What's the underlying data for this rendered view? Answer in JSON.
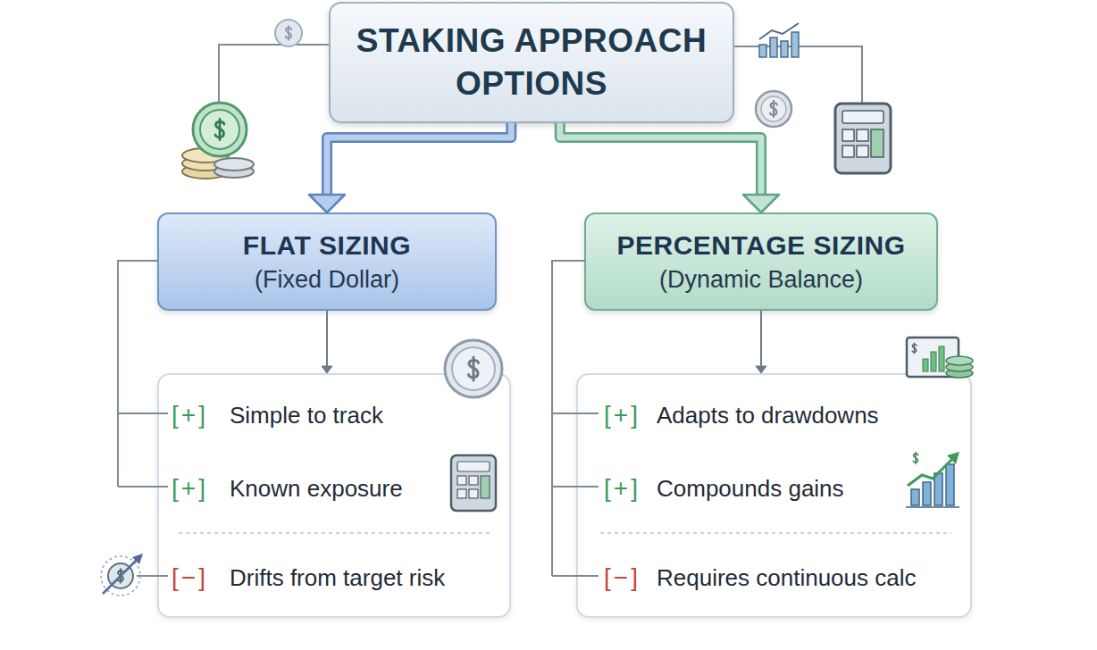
{
  "diagram": {
    "nodes": [
      {
        "text": [
          "STAKING APPROACH OPTIONS"
        ]
      },
      {
        "text": [
          "FLAT SIZING",
          "(Fixed Dollar)"
        ]
      },
      {
        "text": [
          "PERCENTAGE SIZING",
          "(Dynamic Balance)"
        ]
      },
      {
        "text": [
          "[+]",
          "Simple to track",
          "[+]",
          "Known exposure",
          "[−]",
          "Drifts from target risk"
        ]
      },
      {
        "text": [
          "[+]",
          "Adapts to drawdowns",
          "[+]",
          "Compounds gains",
          "[−]",
          "Requires continuous calc"
        ]
      }
    ],
    "edges": [
      {
        "from": 0,
        "to": 1,
        "arrow": "to"
      },
      {
        "from": 0,
        "to": 2,
        "arrow": "to"
      },
      {
        "from": 1,
        "to": 3,
        "arrow": "to"
      },
      {
        "from": 2,
        "to": 4,
        "arrow": "to"
      }
    ]
  }
}
